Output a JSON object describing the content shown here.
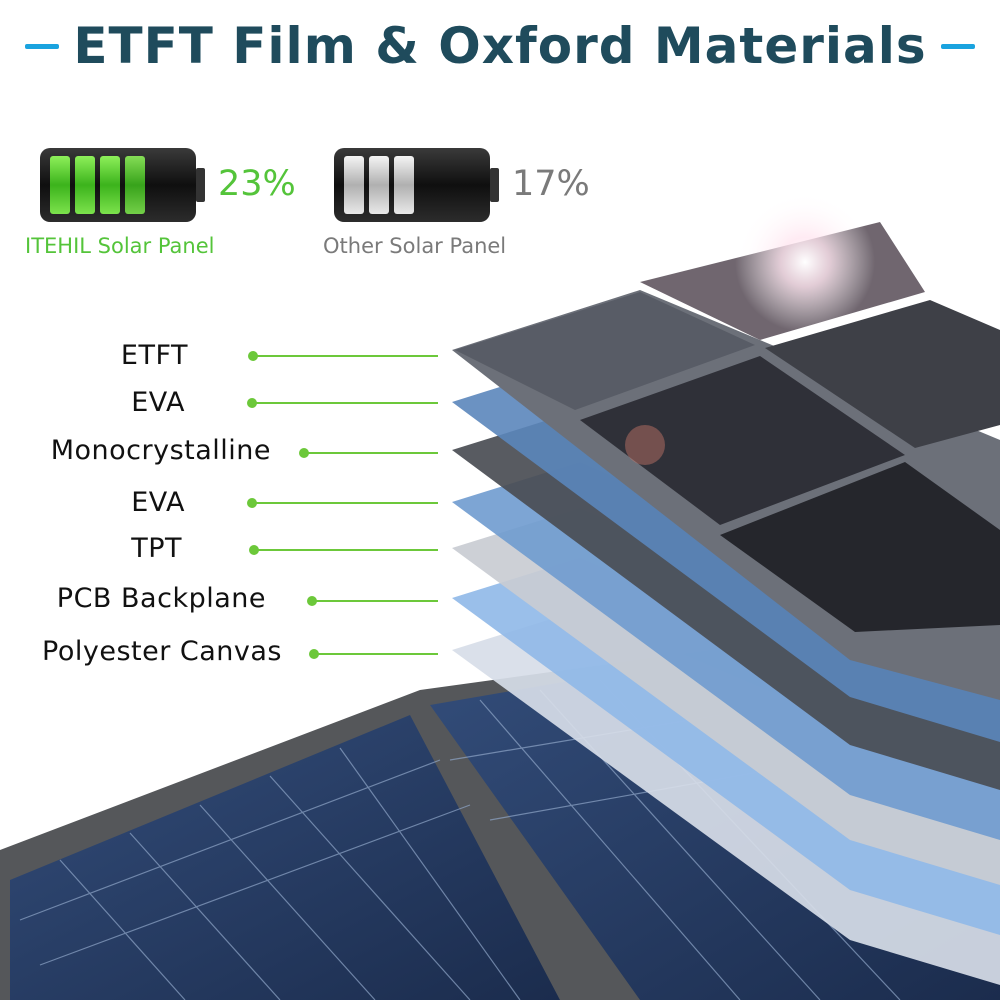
{
  "title": "ETFT Film & Oxford Materials",
  "batteries": [
    {
      "percent": "23%",
      "caption": "ITEHIL Solar Panel",
      "color": "#54c43a"
    },
    {
      "percent": "17%",
      "caption": "Other Solar Panel",
      "color": "#7a7a7a"
    }
  ],
  "layers": [
    "ETFT",
    "EVA",
    "Monocrystalline",
    "EVA",
    "TPT",
    "PCB Backplane",
    "Polyester Canvas"
  ],
  "colors": {
    "accent_blue": "#1aa3df",
    "line_green": "#6cc83a",
    "title": "#1f4b5c"
  }
}
